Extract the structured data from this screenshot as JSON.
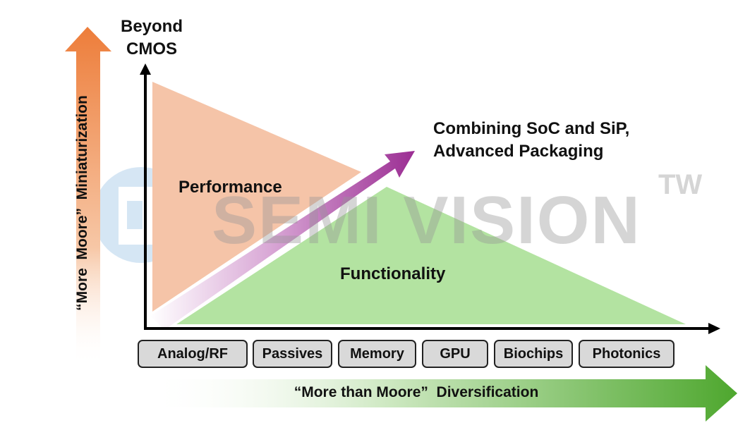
{
  "axes": {
    "y_label_line1": "Beyond",
    "y_label_line2": "CMOS"
  },
  "regions": {
    "performance": "Performance",
    "functionality": "Functionality"
  },
  "diagonal_arrow": {
    "label_line1": "Combining SoC and SiP,",
    "label_line2": "Advanced Packaging"
  },
  "vertical_arrow": {
    "label": "“More  Moore”  Miniaturization",
    "color": "#ed7d3a"
  },
  "horizontal_arrow": {
    "label": "“More than Moore”  Diversification",
    "color": "#4ea72e"
  },
  "categories": [
    "Analog/RF",
    "Passives",
    "Memory",
    "GPU",
    "Biochips",
    "Photonics"
  ],
  "watermark": {
    "text": "SEMI VISION",
    "mark": "TW"
  },
  "colors": {
    "performance_fill": "#f5c4a8",
    "functionality_fill": "#b3e3a1",
    "diagonal_start": "#ffffff",
    "diagonal_end": "#9b2d93",
    "box_fill": "#d9d9d9"
  }
}
